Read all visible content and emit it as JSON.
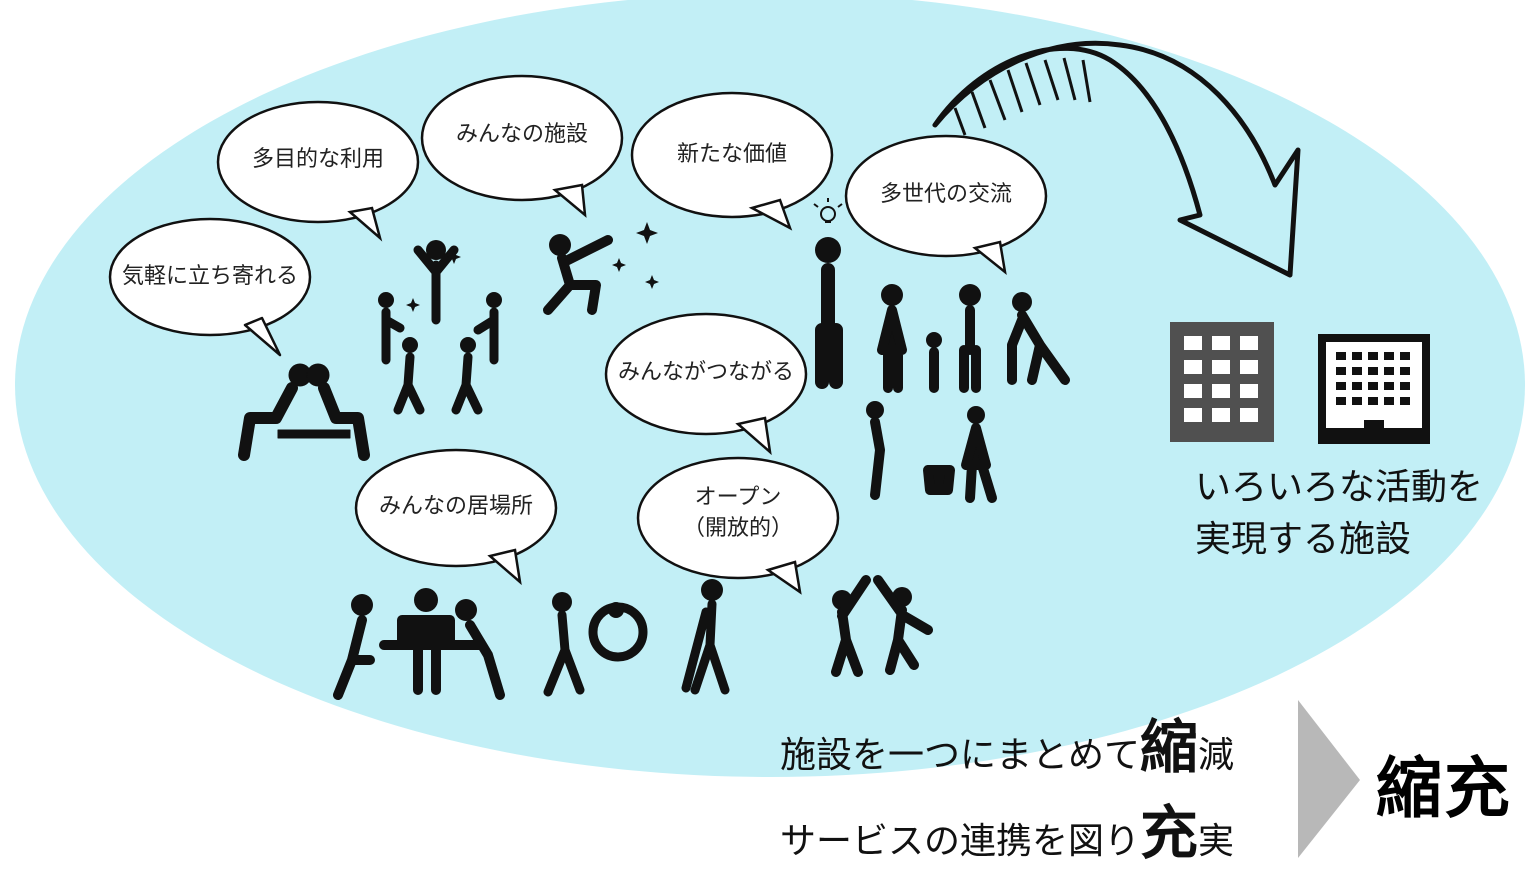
{
  "bubbles": {
    "b1": "気軽に立ち寄れる",
    "b2": "多目的な利用",
    "b3": "みんなの施設",
    "b4": "新たな価値",
    "b5": "多世代の交流",
    "b6": "みんながつながる",
    "b7": "みんなの居場所",
    "b8_line1": "オープン",
    "b8_line2": "（開放的）"
  },
  "facility": {
    "line1": "いろいろな活動を",
    "line2": "実現する施設"
  },
  "bottom": {
    "line1_text": "施設を一つにまとめて",
    "line1_big": "縮",
    "line1_end": "減",
    "line2_text": "サービスの連携を図り",
    "line2_big": "充",
    "line2_end": "実"
  },
  "result": "縮充",
  "colors": {
    "ellipse": "#c2eff6",
    "building": "#505050",
    "arrow_gray": "#b8b8b8",
    "ink": "#111111"
  },
  "icons": [
    "people-silhouette-icon",
    "building-icon",
    "office-building-icon",
    "curved-arrow-icon",
    "chevron-arrow-icon",
    "lightbulb-icon",
    "sparkle-icon"
  ]
}
